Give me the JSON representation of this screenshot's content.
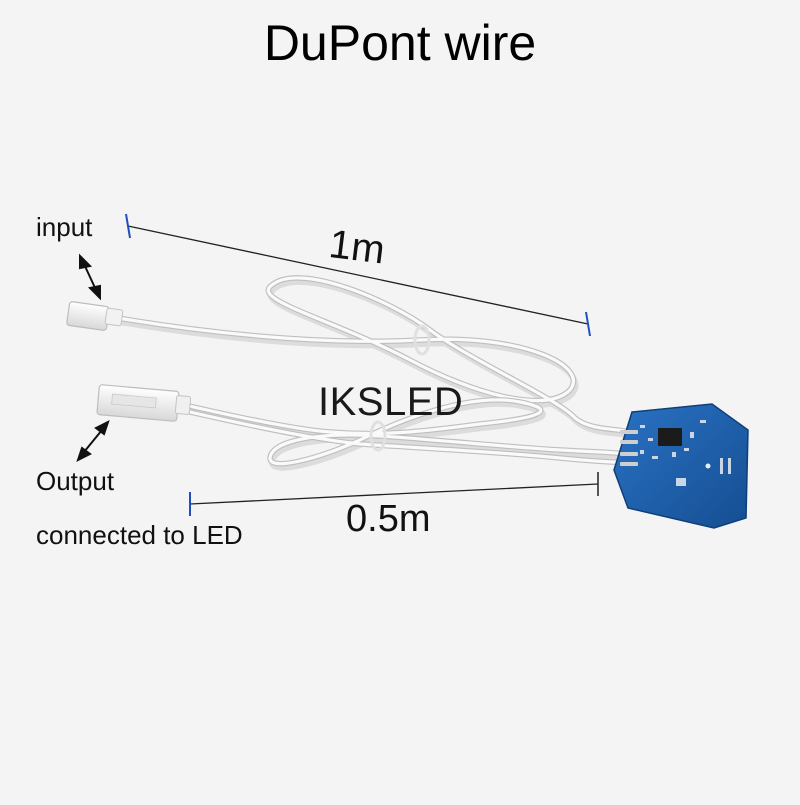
{
  "title": "DuPont wire",
  "labels": {
    "input": "input",
    "output": "Output",
    "connected": "connected to LED",
    "length_long": "1m",
    "length_short": "0.5m",
    "brand": "IKSLED"
  },
  "colors": {
    "background": "#f4f4f4",
    "wire": "#f7f7f7",
    "wire_shadow": "#bdbdbd",
    "pcb": "#1a5ea8",
    "dimension_line": "#222222",
    "dimension_tick": "#1f4fbf"
  },
  "icons": {
    "input_arrow": "double-arrow-icon",
    "output_arrow": "double-arrow-icon"
  }
}
